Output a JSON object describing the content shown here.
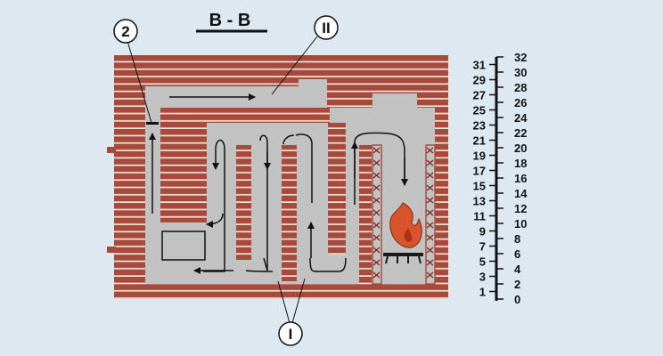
{
  "title": "B - B",
  "callouts": {
    "label_2": "2",
    "label_II": "II",
    "label_I": "I"
  },
  "scale": {
    "left_odd": [
      "31",
      "29",
      "27",
      "25",
      "23",
      "21",
      "19",
      "17",
      "15",
      "13",
      "11",
      "9",
      "7",
      "5",
      "3",
      "1"
    ],
    "right_even": [
      "32",
      "30",
      "28",
      "26",
      "24",
      "22",
      "20",
      "18",
      "16",
      "14",
      "12",
      "10",
      "8",
      "6",
      "4",
      "2",
      "0"
    ]
  },
  "colors": {
    "background": "#dde8f0",
    "brick": "#a64a3c",
    "mortar": "#f2e4dc",
    "channel": "#c2c2c2",
    "arrow": "#111111",
    "flame": "#d9542a",
    "grate": "#1a1a1a"
  },
  "icons": {
    "fire": "flame-icon",
    "grate": "grate-icon"
  }
}
